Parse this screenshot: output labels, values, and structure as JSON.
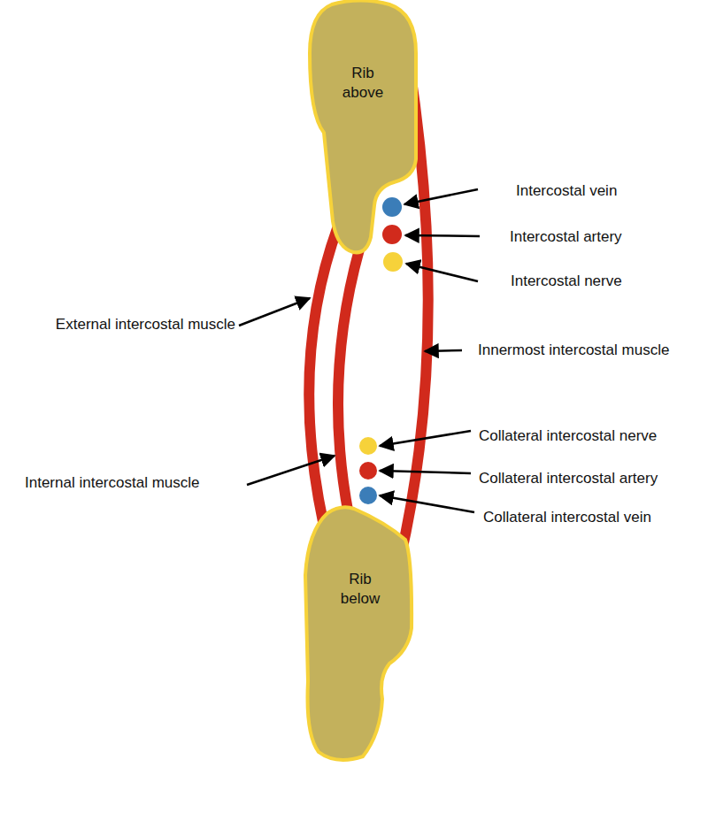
{
  "diagram": {
    "nodes": [
      {
        "text": [
          "Rib above"
        ]
      },
      {
        "text": [
          "Rib below"
        ]
      }
    ],
    "labels": [
      "Intercostal vein",
      "Intercostal artery",
      "Intercostal nerve",
      "External intercostal muscle",
      "Innermost intercostal muscle",
      "Collateral intercostal nerve",
      "Collateral intercostal artery",
      "Collateral intercostal vein",
      "Internal intercostal muscle"
    ]
  }
}
